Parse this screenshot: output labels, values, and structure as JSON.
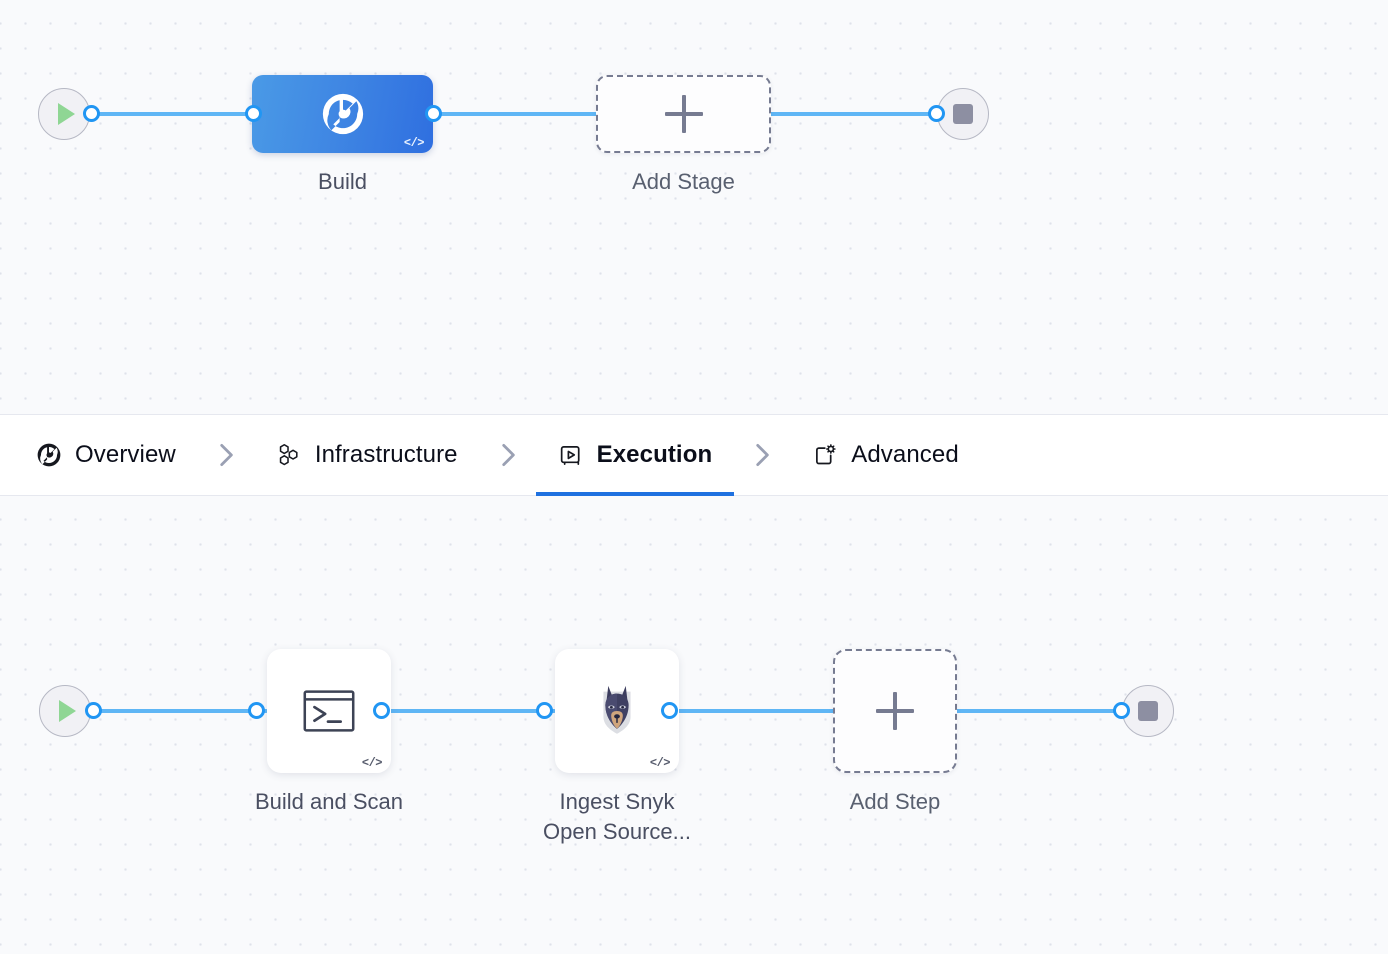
{
  "stages_canvas": {
    "name": "pipeline-stages-canvas",
    "start_node": {
      "icon": "play-icon",
      "label": ""
    },
    "end_node": {
      "icon": "stop-square-icon",
      "label": ""
    },
    "nodes": [
      {
        "id": "build",
        "label": "Build",
        "icon": "build-circle-icon",
        "type": "stage",
        "selected": true,
        "has_code_badge": true,
        "code_badge": "</>"
      },
      {
        "id": "add-stage",
        "label": "Add Stage",
        "icon": "plus-icon",
        "type": "add"
      }
    ]
  },
  "tabs": {
    "name": "stage-config-tabs",
    "items": [
      {
        "id": "overview",
        "label": "Overview",
        "icon": "build-circle-icon",
        "active": false
      },
      {
        "id": "infrastructure",
        "label": "Infrastructure",
        "icon": "hexagons-icon",
        "active": false
      },
      {
        "id": "execution",
        "label": "Execution",
        "icon": "play-box-icon",
        "active": true
      },
      {
        "id": "advanced",
        "label": "Advanced",
        "icon": "page-gear-icon",
        "active": false
      }
    ],
    "separator_icon": "chevron-right-icon"
  },
  "steps_canvas": {
    "name": "pipeline-steps-canvas",
    "start_node": {
      "icon": "play-icon",
      "label": ""
    },
    "end_node": {
      "icon": "stop-square-icon",
      "label": ""
    },
    "nodes": [
      {
        "id": "build-and-scan",
        "label": "Build and Scan",
        "icon": "terminal-icon",
        "type": "step",
        "has_code_badge": true,
        "code_badge": "</>"
      },
      {
        "id": "ingest-snyk-open-source",
        "label": "Ingest Snyk\nOpen Source...",
        "icon": "snyk-dog-icon",
        "type": "step",
        "has_code_badge": true,
        "code_badge": "</>"
      },
      {
        "id": "add-step",
        "label": "Add Step",
        "icon": "plus-icon",
        "type": "add"
      }
    ]
  },
  "colors": {
    "canvas_bg": "#f9fafc",
    "grid_dot": "#dfe2ea",
    "link": "#5fb6f5",
    "link_dot_border": "#2196f3",
    "stage_gradient_from": "#4a9ae6",
    "stage_gradient_to": "#2f6fe0",
    "active_tab_underline": "#1f71e0",
    "start_play": "#8fd694",
    "stop_square": "#8d8fa2",
    "dashed_border": "#767b91",
    "caption_text": "#4a4f62"
  }
}
